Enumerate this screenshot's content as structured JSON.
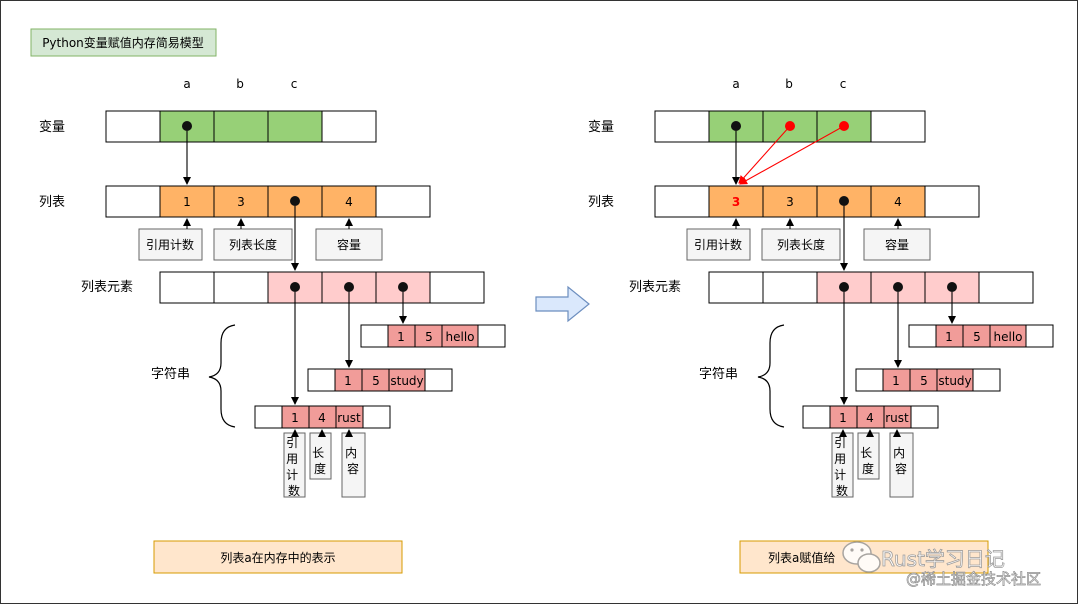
{
  "title": "Python变量赋值内存简易模型",
  "arrow_color_main": "#000000",
  "arrow_color_highlight": "#ff0000",
  "colors": {
    "green": "#97d077",
    "orange": "#ffb366",
    "pink": "#ffcccc",
    "string": "#f19c99",
    "label_box": "#f5f5f5",
    "caption_box": "#ffe6cc"
  },
  "left": {
    "var_names": [
      "a",
      "b",
      "c"
    ],
    "row_labels": {
      "variables": "变量",
      "list": "列表",
      "list_elements": "列表元素",
      "strings": "字符串"
    },
    "list_cells": [
      "1",
      "3",
      "",
      "4"
    ],
    "list_annotations": [
      "引用计数",
      "列表长度",
      "容量"
    ],
    "strings": [
      {
        "refcount": "1",
        "length": "5",
        "content": "hello"
      },
      {
        "refcount": "1",
        "length": "5",
        "content": "study"
      },
      {
        "refcount": "1",
        "length": "4",
        "content": "rust"
      }
    ],
    "string_annotations": [
      "引用计数",
      "长度",
      "内容"
    ],
    "caption": "列表a在内存中的表示"
  },
  "right": {
    "var_names": [
      "a",
      "b",
      "c"
    ],
    "row_labels": {
      "variables": "变量",
      "list": "列表",
      "list_elements": "列表元素",
      "strings": "字符串"
    },
    "list_cells": [
      "3",
      "3",
      "",
      "4"
    ],
    "list_annotations": [
      "引用计数",
      "列表长度",
      "容量"
    ],
    "strings": [
      {
        "refcount": "1",
        "length": "5",
        "content": "hello"
      },
      {
        "refcount": "1",
        "length": "5",
        "content": "study"
      },
      {
        "refcount": "1",
        "length": "4",
        "content": "rust"
      }
    ],
    "string_annotations": [
      "引用计数",
      "长度",
      "内容"
    ],
    "caption": "列表a赋值给"
  },
  "watermark": {
    "line1": "Rust学习日记",
    "line2": "@稀土掘金技术社区"
  }
}
